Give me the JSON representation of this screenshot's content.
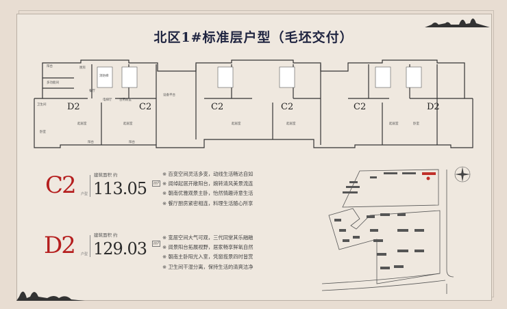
{
  "title": "北区1#标准层户型（毛坯交付）",
  "plan": {
    "unit_labels": [
      "D2",
      "C2",
      "C2",
      "C2",
      "C2",
      "D2"
    ],
    "rooms": {
      "balcony": "阳台",
      "kitchen": "厨房",
      "multi": "多功能间",
      "dining": "餐厅",
      "bath": "卫生间",
      "bedroom": "卧室",
      "living": "起居室",
      "elevator_hall": "电梯厅",
      "shared_lobby": "合用前室",
      "equipment": "设备平台",
      "fire_elevator": "消防梯"
    }
  },
  "units": [
    {
      "type": "C2",
      "type_suffix": "户型",
      "area_label": "建筑面积 约",
      "area": "113.05",
      "unit": "m²",
      "features": [
        "※ 百变空间灵活多变，动线生活畅达自如",
        "※ 阔绰起居开敞阳台，婉转清风美景流连",
        "※ 朝南优雅观景主卧，怡然情趣诗意生活",
        "※ 餐厅厨房紧密相连，料理生活随心所享"
      ]
    },
    {
      "type": "D2",
      "type_suffix": "户型",
      "area_label": "建筑面积 约",
      "area": "129.03",
      "unit": "m²",
      "features": [
        "※ 宽居空间大气可观，三代同堂其乐融融",
        "※ 阔景阳台拓展视野，居家畅享鲜氧自然",
        "※ 朝南主卧阳光入室，凭窗揽景四时皆赏",
        "※ 卫生间干湿分离，保持生活的清爽洁净"
      ]
    }
  ],
  "colors": {
    "accent": "#b51e1e",
    "highlight": "#c0302a",
    "title": "#1f2440"
  }
}
